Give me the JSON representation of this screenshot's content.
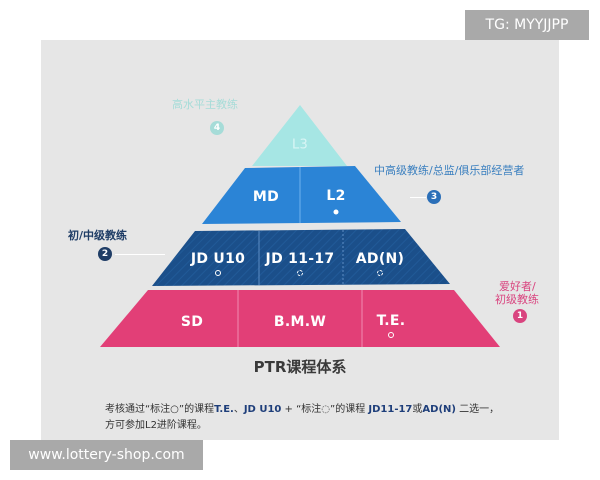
{
  "watermarks": {
    "top_right": "TG: MYYJJPP",
    "bottom_left": "www.lottery-shop.com"
  },
  "colors": {
    "panel_bg": "#e6e6e6",
    "tier4": "#a6e6e4",
    "tier3": "#2b84d6",
    "tier2": "#1b4f8a",
    "tier1": "#e23f77",
    "level4_text": "#a6dcd8",
    "level3_text": "#3a7fbf",
    "level2_text": "#1f3d66",
    "level1_text": "#d9447f"
  },
  "pyramid": {
    "tiers": [
      {
        "level": 4,
        "cells": [
          {
            "label": "L3",
            "mark": ""
          }
        ]
      },
      {
        "level": 3,
        "cells": [
          {
            "label": "MD",
            "mark": ""
          },
          {
            "label": "L2",
            "mark": "solid"
          }
        ]
      },
      {
        "level": 2,
        "cells": [
          {
            "label": "JD U10",
            "mark": "ring"
          },
          {
            "label": "JD 11-17",
            "mark": "dashed"
          },
          {
            "label": "AD(N)",
            "mark": "dashed"
          }
        ]
      },
      {
        "level": 1,
        "cells": [
          {
            "label": "SD",
            "mark": ""
          },
          {
            "label": "B.M.W",
            "mark": ""
          },
          {
            "label": "T.E.",
            "mark": "ring"
          }
        ]
      }
    ]
  },
  "side_labels": {
    "level4": {
      "text": "高水平主教练",
      "badge": "4"
    },
    "level3": {
      "text": "中高级教练/总监/俱乐部经营者",
      "badge": "3"
    },
    "level2": {
      "text": "初/中级教练",
      "badge": "2"
    },
    "level1": {
      "line1": "爱好者/",
      "line2": "初级教练",
      "badge": "1"
    }
  },
  "title": "PTR课程体系",
  "note": {
    "line1_a": "考核通过“标注○”的课程",
    "line1_b": "T.E.",
    "line1_c": "、",
    "line1_d": "JD U10",
    "line1_e": " + “标注◌”的课程 ",
    "line1_f": "JD11-17",
    "line1_g": "或",
    "line1_h": "AD(N)",
    "line1_i": " 二选一，",
    "line2": "方可参加L2进阶课程。"
  }
}
